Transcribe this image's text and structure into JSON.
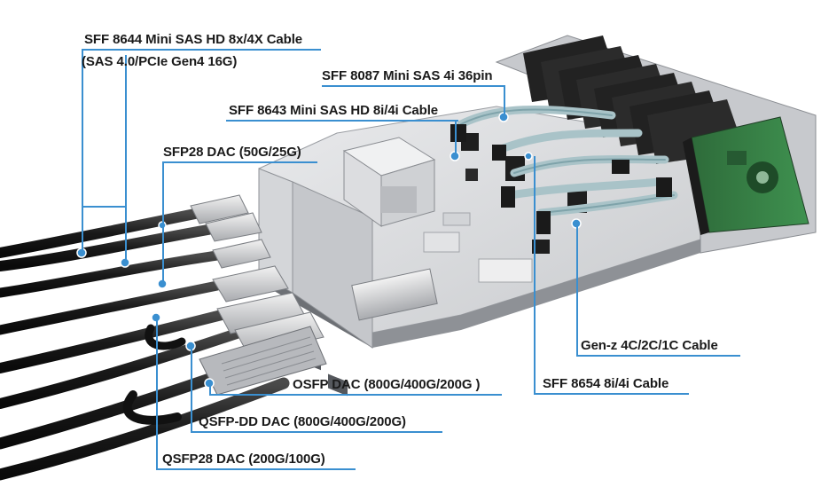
{
  "labels": {
    "sff8644": "SFF 8644  Mini SAS HD 8x/4X Cable",
    "sff8644_sub": "(SAS 4.0/PCIe Gen4 16G)",
    "sff8087": "SFF 8087 Mini SAS 4i 36pin",
    "sff8643": "SFF 8643 Mini SAS HD 8i/4i Cable",
    "sfp28": "SFP28 DAC (50G/25G)",
    "genz": "Gen-z 4C/2C/1C Cable",
    "sff8654": "SFF 8654 8i/4i Cable",
    "osfp": "OSFP DAC (800G/400G/200G )",
    "qsfpdd": "QSFP-DD DAC (800G/400G/200G)",
    "qsfp28": "QSFP28 DAC (200G/100G)"
  },
  "colors": {
    "accent": "#3a8fd0",
    "text": "#1a1a1a",
    "drive_pcb": "#3c8a4a",
    "cable": "#1c1c1c"
  }
}
